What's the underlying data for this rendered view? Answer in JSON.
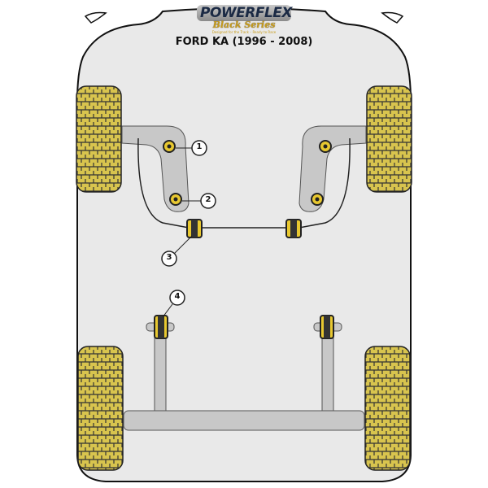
{
  "logo": {
    "brand": "POWERFLEX",
    "series": "Black Series",
    "tagline": "Designed for the Track – Ready to Race"
  },
  "title": "FORD KA (1996 - 2008)",
  "callouts": [
    "1",
    "2",
    "3",
    "4"
  ],
  "colors": {
    "body_fill": "#e8e8e8",
    "tyre_yellow": "#d9c24a",
    "part_grey": "#c8c8c8",
    "bush_yellow": "#e8c830"
  }
}
